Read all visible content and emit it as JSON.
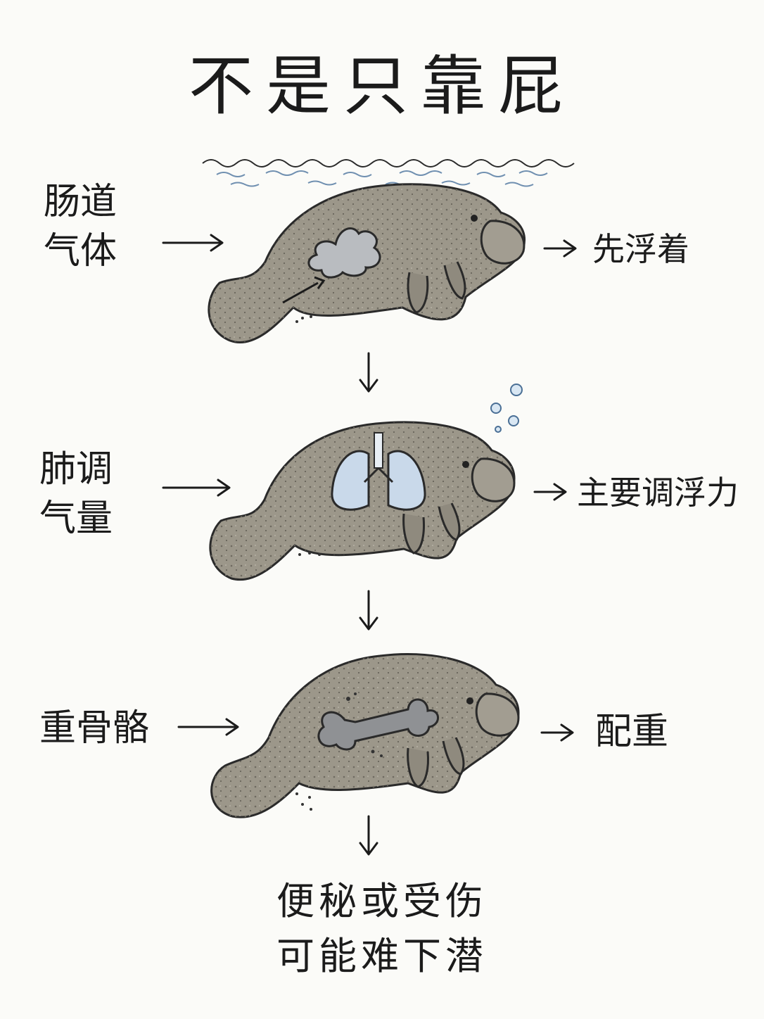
{
  "title": "不是只靠屁",
  "steps": [
    {
      "label_line1": "肠道",
      "label_line2": "气体",
      "result": "先浮着",
      "organ": "gas-cloud"
    },
    {
      "label_line1": "肺调",
      "label_line2": "气量",
      "result": "主要调浮力",
      "organ": "lungs"
    },
    {
      "label_line1": "重骨骼",
      "label_line2": "",
      "result": "配重",
      "organ": "bone"
    }
  ],
  "conclusion": {
    "line1": "便秘或受伤",
    "line2": "可能难下潜"
  },
  "colors": {
    "manatee_body": "#9c978a",
    "manatee_outline": "#2a2a2a",
    "gas_cloud": "#b9bcc0",
    "lungs": "#c9d9ea",
    "bone": "#8f9194",
    "water": "#6f8fb0"
  }
}
